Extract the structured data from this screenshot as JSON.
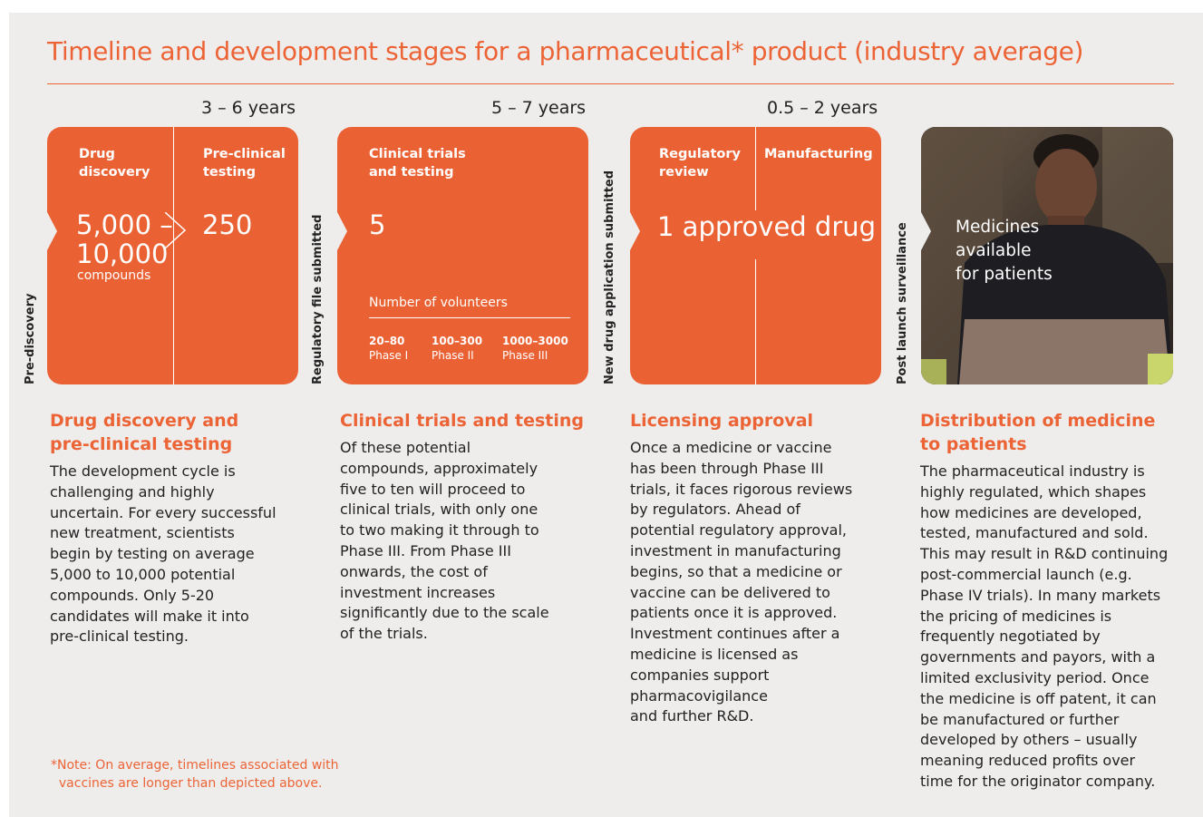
{
  "title": "Timeline and development stages for a pharmaceutical* product (industry average)",
  "durations": [
    "3 – 6 years",
    "5 – 7 years",
    "0.5 – 2 years"
  ],
  "vertical_labels": {
    "pre_discovery": "Pre-discovery",
    "regulatory_file": "Regulatory file submitted",
    "new_drug_application": "New drug application submitted",
    "post_launch": "Post launch surveillance"
  },
  "box1": {
    "col1_label": "Drug\ndiscovery",
    "col2_label": "Pre-clinical\ntesting",
    "big_value_1": "5,000 –\n10,000",
    "big_unit_1": "compounds",
    "big_value_2": "250"
  },
  "box2": {
    "label": "Clinical trials\nand testing",
    "big_value": "5",
    "volunteers_label": "Number of volunteers",
    "phases": [
      {
        "count": "20–80",
        "phase": "Phase I"
      },
      {
        "count": "100–300",
        "phase": "Phase II"
      },
      {
        "count": "1000–3000",
        "phase": "Phase III"
      }
    ]
  },
  "box3": {
    "col1_label": "Regulatory\nreview",
    "col2_label": "Manufacturing",
    "big_value": "1 approved drug"
  },
  "photo_box": {
    "caption": "Medicines\navailable\nfor patients"
  },
  "sections": [
    {
      "heading": "Drug discovery and\npre-clinical testing",
      "body": "The development cycle is\nchallenging and highly\nuncertain. For every successful\nnew treatment, scientists\nbegin by testing on average\n5,000 to 10,000 potential\ncompounds. Only 5-20\ncandidates will make it into\npre-clinical testing."
    },
    {
      "heading": "Clinical trials and testing",
      "body": "Of these potential\ncompounds, approximately\nfive to ten will proceed to\nclinical trials, with only one\nto two making it through to\nPhase III. From Phase III\nonwards, the cost of\ninvestment increases\nsignificantly due to the scale\nof the trials."
    },
    {
      "heading": "Licensing approval",
      "body": "Once a medicine or vaccine\nhas been through Phase III\ntrials, it faces rigorous reviews\nby regulators. Ahead of\npotential regulatory approval,\ninvestment in manufacturing\nbegins, so that a medicine or\nvaccine can be delivered to\npatients once it is approved.\nInvestment continues after a\nmedicine is licensed as\ncompanies support\npharmacovigilance\nand further R&D."
    },
    {
      "heading": "Distribution of medicine\nto patients",
      "body": "The pharmaceutical industry is\nhighly regulated, which shapes\nhow medicines are developed,\ntested, manufactured and sold.\nThis may result in R&D continuing\npost-commercial launch (e.g.\nPhase IV trials). In many markets\nthe pricing of medicines is\nfrequently negotiated by\ngovernments and payors, with a\nlimited exclusivity period. Once\nthe medicine is off patent, it can\nbe manufactured or further\ndeveloped by others – usually\nmeaning reduced profits over\ntime for the originator company."
    }
  ],
  "note": "*Note: On average, timelines associated with\n  vaccines are longer than depicted above.",
  "colors": {
    "accent": "#ea6234",
    "background": "#efedec",
    "text": "#222222"
  }
}
